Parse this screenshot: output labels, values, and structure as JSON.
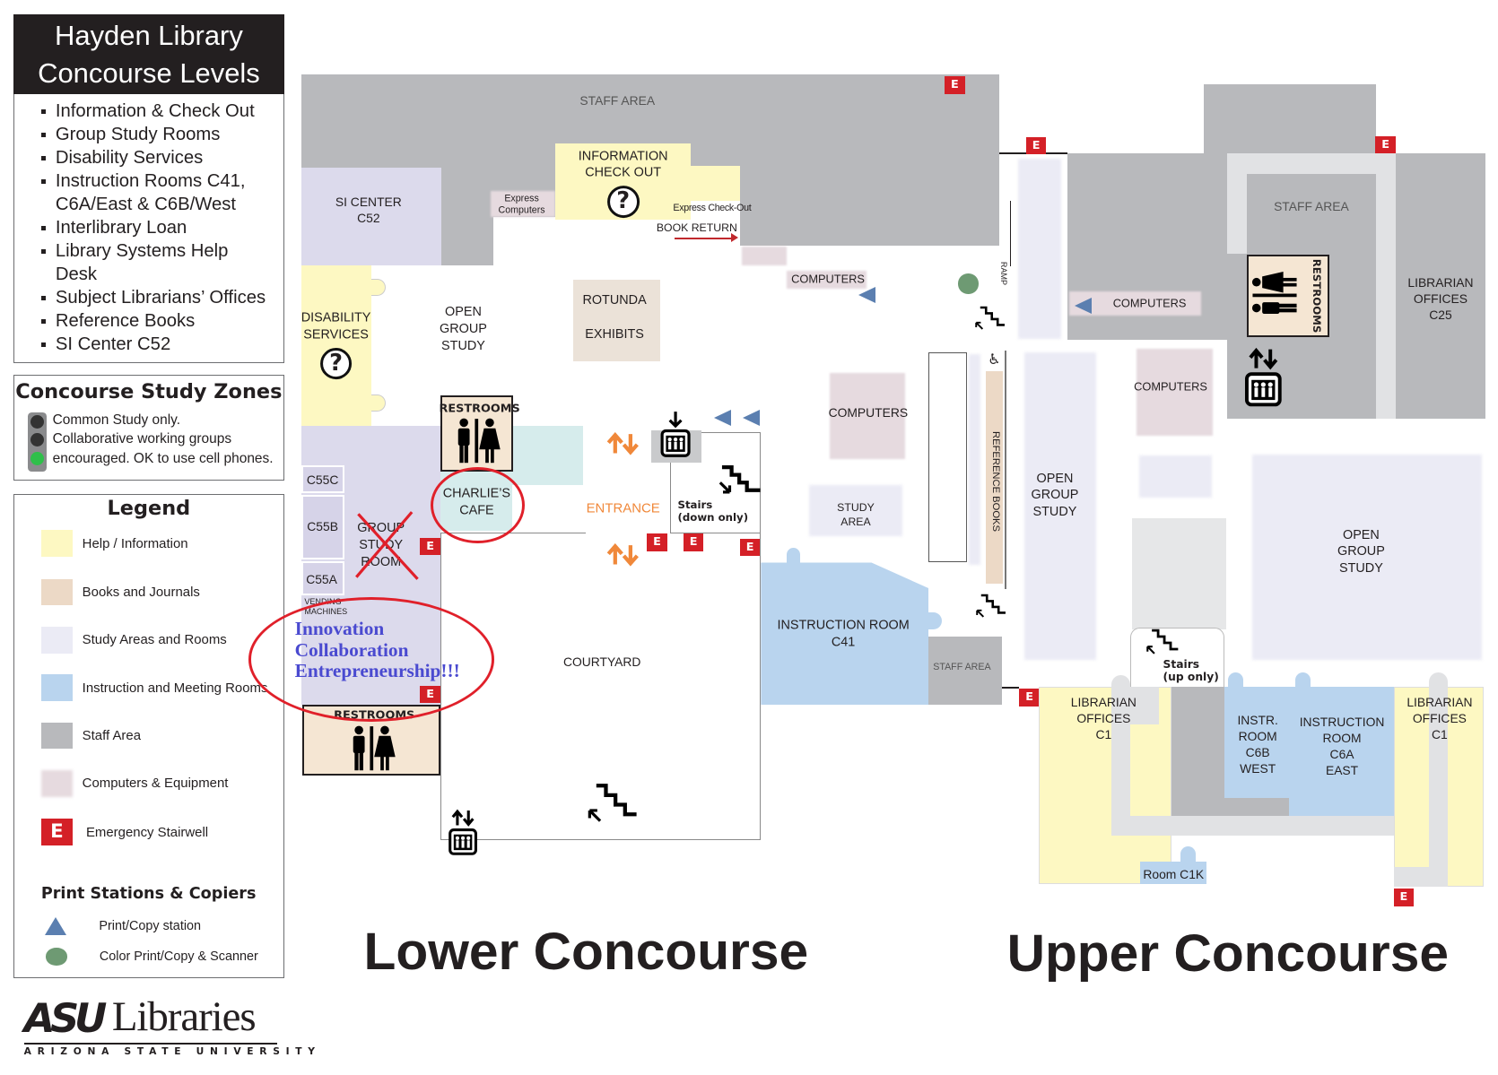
{
  "sidebar": {
    "title_line1": "Hayden Library",
    "title_line2": "Concourse Levels",
    "services": [
      "Information & Check Out",
      "Group Study Rooms",
      "Disability Services",
      "Instruction Rooms C41,\nC6A/East & C6B/West",
      "Interlibrary Loan",
      "Library Systems Help\nDesk",
      "Subject Librarians’ Offices",
      "Reference Books",
      "SI Center C52"
    ],
    "zones": {
      "title": "Concourse Study Zones",
      "lines": [
        "Common Study only.",
        "Collaborative working groups",
        "encouraged. OK to use cell phones."
      ]
    },
    "legend": {
      "title": "Legend",
      "items": [
        {
          "label": "Help / Information",
          "color": "#fdf8c2"
        },
        {
          "label": "Books and Journals",
          "color": "#ecd9c6"
        },
        {
          "label": "Study Areas and Rooms",
          "color": "#ebebf5"
        },
        {
          "label": "Instruction and Meeting Rooms",
          "color": "#b9d4ee"
        },
        {
          "label": "Staff Area",
          "color": "#b8b9bc"
        },
        {
          "label": "Computers & Equipment",
          "color": "#e6dadf"
        },
        {
          "label": "Emergency Stairwell",
          "color": "#d42027"
        }
      ],
      "print_title": "Print Stations & Copiers",
      "print_items": [
        {
          "label": "Print/Copy station",
          "color": "#5b7fb0"
        },
        {
          "label": "Color Print/Copy & Scanner",
          "color": "#6e9a73"
        }
      ]
    },
    "logo": {
      "mark": "ASU",
      "word": "Libraries",
      "sub": "ARIZONA STATE UNIVERSITY"
    }
  },
  "map": {
    "emergency": "E",
    "lower": {
      "title": "Lower Concourse",
      "staff_area": "STAFF AREA",
      "si_center": "SI CENTER\nC52",
      "information": "INFORMATION\nCHECK OUT",
      "express_computers": "Express\nComputers",
      "express_checkout": "Express Check-Out",
      "book_return": "BOOK RETURN",
      "computers_top": "COMPUTERS",
      "disability": "DISABILITY\nSERVICES",
      "open_group_study": "OPEN\nGROUP\nSTUDY",
      "rotunda": "ROTUNDA\n\nEXHIBITS",
      "restrooms_top": "RESTROOMS",
      "cafe": "CHARLIE’S\nCAFE",
      "entrance": "ENTRANCE",
      "stairs_down": "Stairs\n(down only)",
      "c55c": "C55C",
      "c55b": "C55B",
      "c55a": "C55A",
      "group_study_room": "GROUP\nSTUDY\nROOM",
      "vending": "VENDING\nMACHINES",
      "restrooms_bottom": "RESTROOMS",
      "courtyard": "COURTYARD",
      "computers_mid": "COMPUTERS",
      "study_area": "STUDY\nAREA",
      "reference_books": "REFERENCE BOOKS",
      "ramp": "RAMP",
      "instruction_c41": "INSTRUCTION ROOM\nC41",
      "staff_area_small": "STAFF AREA"
    },
    "upper": {
      "title": "Upper Concourse",
      "staff_area": "STAFF AREA",
      "librarian_c25": "LIBRARIAN\nOFFICES\nC25",
      "restrooms": "RESTROOMS",
      "computers_top": "COMPUTERS",
      "computers_mid": "COMPUTERS",
      "open_group_left": "OPEN\nGROUP\nSTUDY",
      "open_group_right": "OPEN\nGROUP\nSTUDY",
      "stairs_up": "Stairs\n(up only)",
      "librarian_c1_left": "LIBRARIAN\nOFFICES\nC1",
      "librarian_c1_right": "LIBRARIAN\nOFFICES\nC1",
      "instr_c6b": "INSTR.\nROOM\nC6B\nWEST",
      "instr_c6a": "INSTRUCTION\nROOM\nC6A\nEAST",
      "room_c1k": "Room C1K"
    },
    "annotation": "Innovation\nCollaboration\nEntrepreneurship!!!",
    "colors": {
      "annotation_text": "#4a4ad0",
      "annotation_ink": "#e0202a",
      "entrance": "#f0883a"
    }
  }
}
